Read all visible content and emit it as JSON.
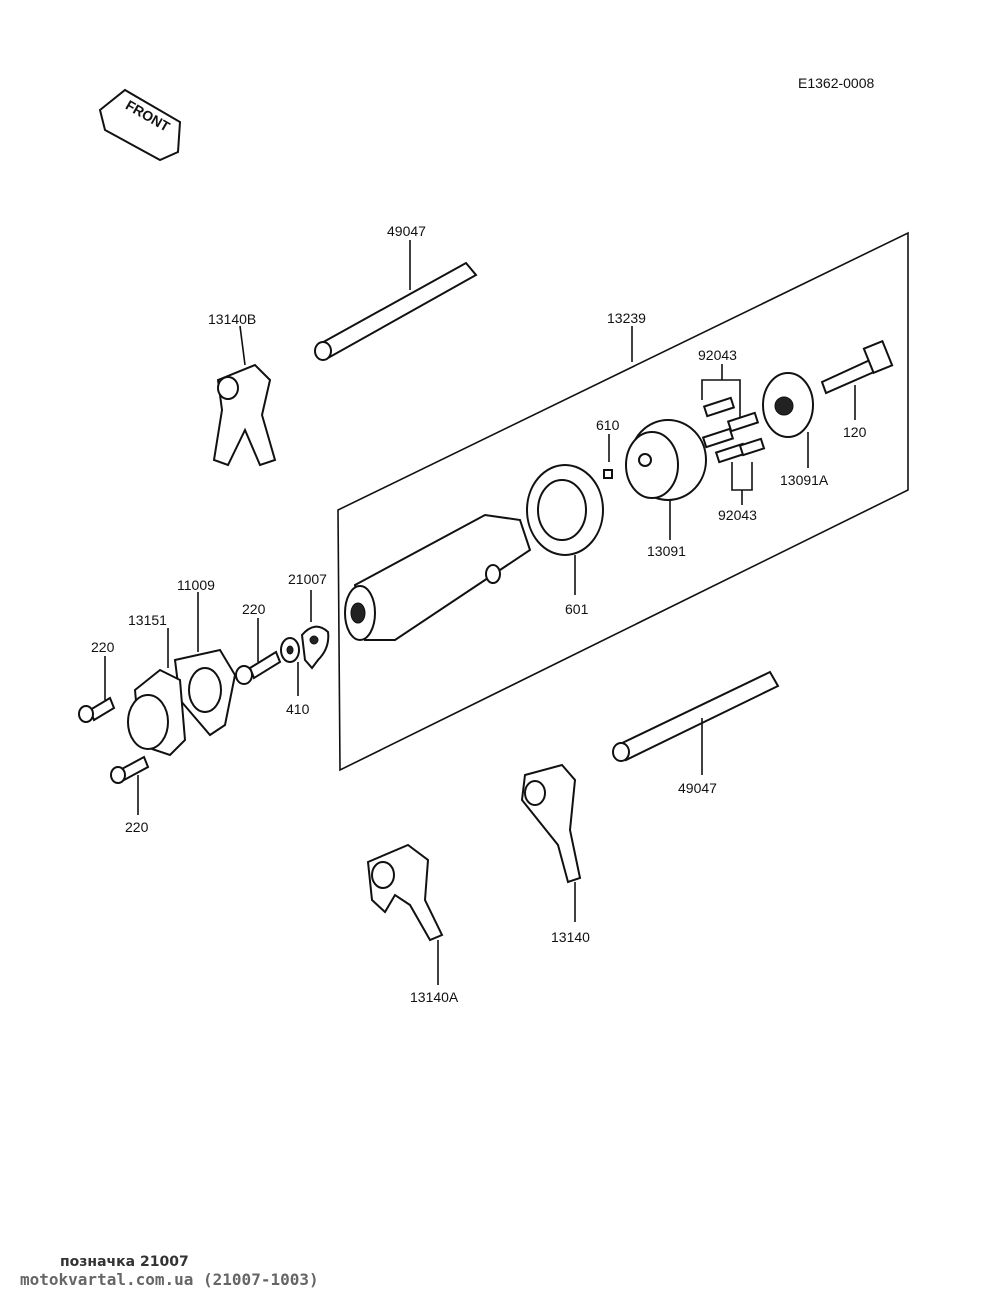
{
  "diagram_code": "E1362-0008",
  "front_arrow": "FRONT",
  "parts": {
    "shaft_top": "49047",
    "fork_b": "13140B",
    "drum_assembly": "13239",
    "pins_top": "92043",
    "pin_610": "610",
    "bolt_120": "120",
    "plate_13091a": "13091A",
    "pins_bottom": "92043",
    "holder_13091": "13091",
    "bearing_601": "601",
    "gasket_11009": "11009",
    "cover_13151": "13151",
    "stopper_21007": "21007",
    "bolt_220_mid": "220",
    "bolt_220_left": "220",
    "washer_410": "410",
    "bolt_220_bottom": "220",
    "shaft_bottom": "49047",
    "fork": "13140",
    "fork_a": "13140A"
  },
  "footer": {
    "caption": "позначка 21007",
    "source": "motokvartal.com.ua (21007-1003)"
  }
}
